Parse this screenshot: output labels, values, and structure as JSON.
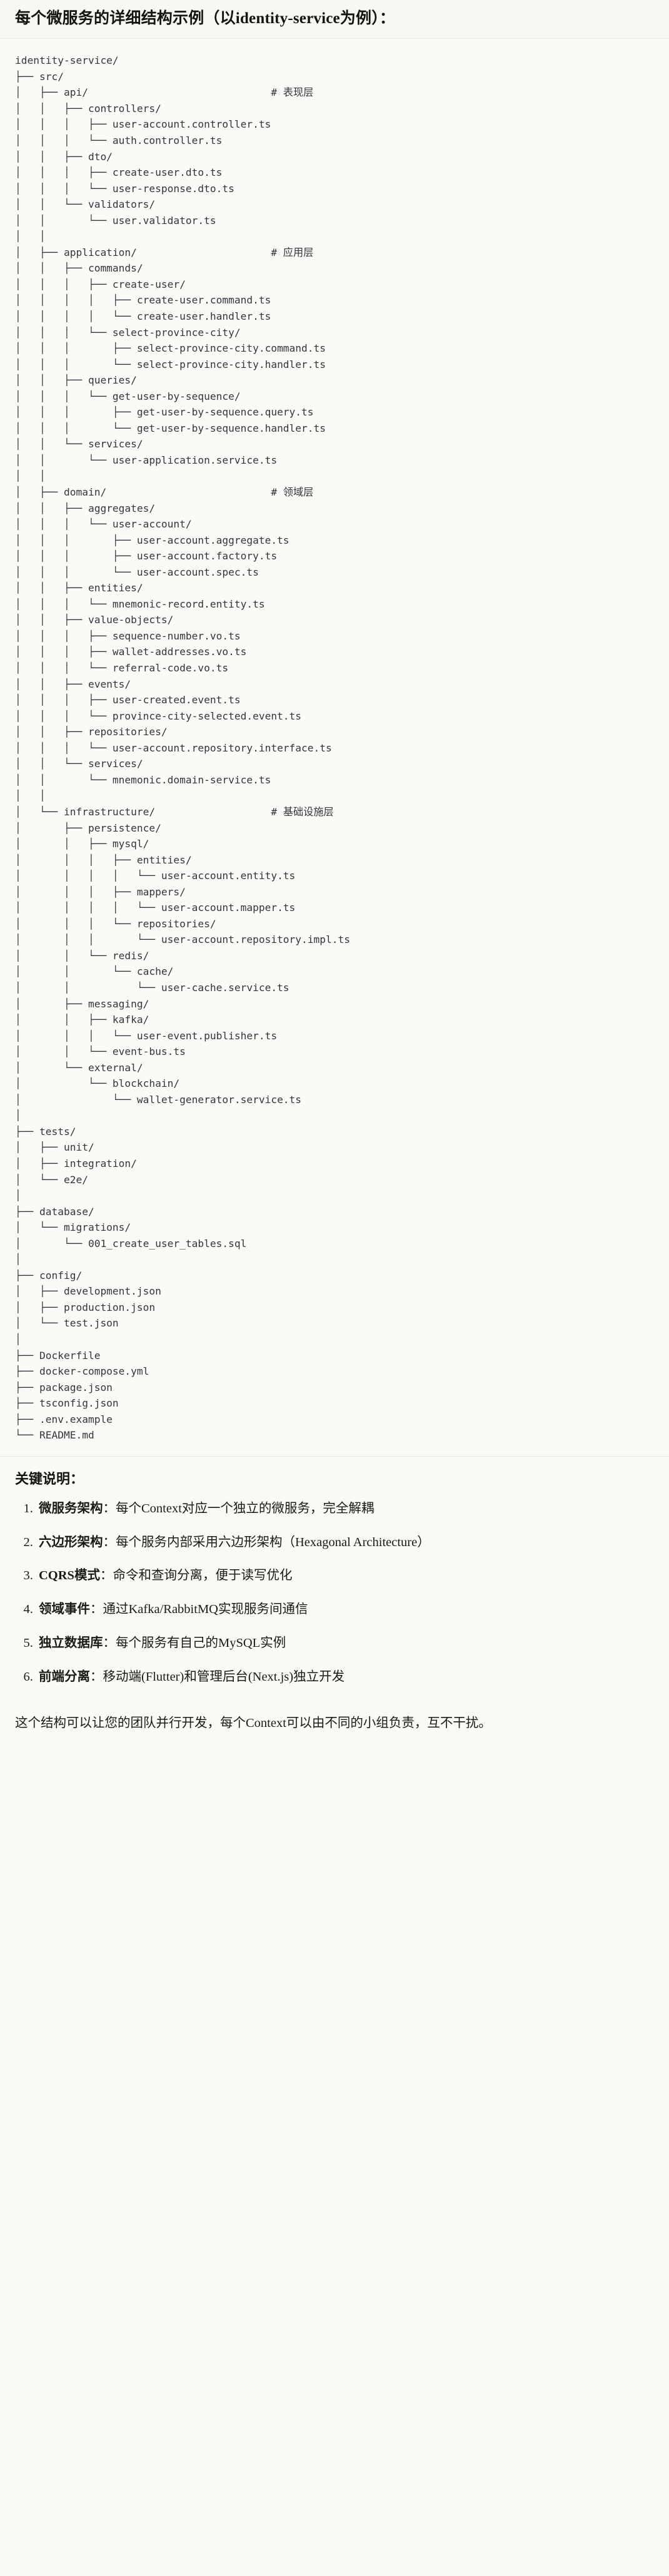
{
  "header": {
    "title": "每个微服务的详细结构示例（以identity-service为例）："
  },
  "tree": {
    "root": "identity-service/",
    "text": "identity-service/\n├── src/\n│   ├── api/                              # 表现层\n│   │   ├── controllers/\n│   │   │   ├── user-account.controller.ts\n│   │   │   └── auth.controller.ts\n│   │   ├── dto/\n│   │   │   ├── create-user.dto.ts\n│   │   │   └── user-response.dto.ts\n│   │   └── validators/\n│   │       └── user.validator.ts\n│   │\n│   ├── application/                      # 应用层\n│   │   ├── commands/\n│   │   │   ├── create-user/\n│   │   │   │   ├── create-user.command.ts\n│   │   │   │   └── create-user.handler.ts\n│   │   │   └── select-province-city/\n│   │   │       ├── select-province-city.command.ts\n│   │   │       └── select-province-city.handler.ts\n│   │   ├── queries/\n│   │   │   └── get-user-by-sequence/\n│   │   │       ├── get-user-by-sequence.query.ts\n│   │   │       └── get-user-by-sequence.handler.ts\n│   │   └── services/\n│   │       └── user-application.service.ts\n│   │\n│   ├── domain/                           # 领域层\n│   │   ├── aggregates/\n│   │   │   └── user-account/\n│   │   │       ├── user-account.aggregate.ts\n│   │   │       ├── user-account.factory.ts\n│   │   │       └── user-account.spec.ts\n│   │   ├── entities/\n│   │   │   └── mnemonic-record.entity.ts\n│   │   ├── value-objects/\n│   │   │   ├── sequence-number.vo.ts\n│   │   │   ├── wallet-addresses.vo.ts\n│   │   │   └── referral-code.vo.ts\n│   │   ├── events/\n│   │   │   ├── user-created.event.ts\n│   │   │   └── province-city-selected.event.ts\n│   │   ├── repositories/\n│   │   │   └── user-account.repository.interface.ts\n│   │   └── services/\n│   │       └── mnemonic.domain-service.ts\n│   │\n│   └── infrastructure/                   # 基础设施层\n│       ├── persistence/\n│       │   ├── mysql/\n│       │   │   ├── entities/\n│       │   │   │   └── user-account.entity.ts\n│       │   │   ├── mappers/\n│       │   │   │   └── user-account.mapper.ts\n│       │   │   └── repositories/\n│       │   │       └── user-account.repository.impl.ts\n│       │   └── redis/\n│       │       └── cache/\n│       │           └── user-cache.service.ts\n│       ├── messaging/\n│       │   ├── kafka/\n│       │   │   └── user-event.publisher.ts\n│       │   └── event-bus.ts\n│       └── external/\n│           └── blockchain/\n│               └── wallet-generator.service.ts\n│\n├── tests/\n│   ├── unit/\n│   ├── integration/\n│   └── e2e/\n│\n├── database/\n│   └── migrations/\n│       └── 001_create_user_tables.sql\n│\n├── config/\n│   ├── development.json\n│   ├── production.json\n│   └── test.json\n│\n├── Dockerfile\n├── docker-compose.yml\n├── package.json\n├── tsconfig.json\n├── .env.example\n└── README.md",
    "layer_comments": [
      {
        "path": "api/",
        "comment": "# 表现层"
      },
      {
        "path": "application/",
        "comment": "# 应用层"
      },
      {
        "path": "domain/",
        "comment": "# 领域层"
      },
      {
        "path": "infrastructure/",
        "comment": "# 基础设施层"
      }
    ]
  },
  "notes": {
    "heading": "关键说明：",
    "items": [
      {
        "number": "1.",
        "term": "微服务架构",
        "sep": "：",
        "desc": "每个Context对应一个独立的微服务，完全解耦"
      },
      {
        "number": "2.",
        "term": "六边形架构",
        "sep": "：",
        "desc": "每个服务内部采用六边形架构（Hexagonal Architecture）"
      },
      {
        "number": "3.",
        "term": "CQRS模式",
        "sep": "：",
        "desc": "命令和查询分离，便于读写优化"
      },
      {
        "number": "4.",
        "term": "领域事件",
        "sep": "：",
        "desc": "通过Kafka/RabbitMQ实现服务间通信"
      },
      {
        "number": "5.",
        "term": "独立数据库",
        "sep": "：",
        "desc": "每个服务有自己的MySQL实例"
      },
      {
        "number": "6.",
        "term": "前端分离",
        "sep": "：",
        "desc": "移动端(Flutter)和管理后台(Next.js)独立开发"
      }
    ],
    "closing": "这个结构可以让您的团队并行开发，每个Context可以由不同的小组负责，互不干扰。"
  }
}
